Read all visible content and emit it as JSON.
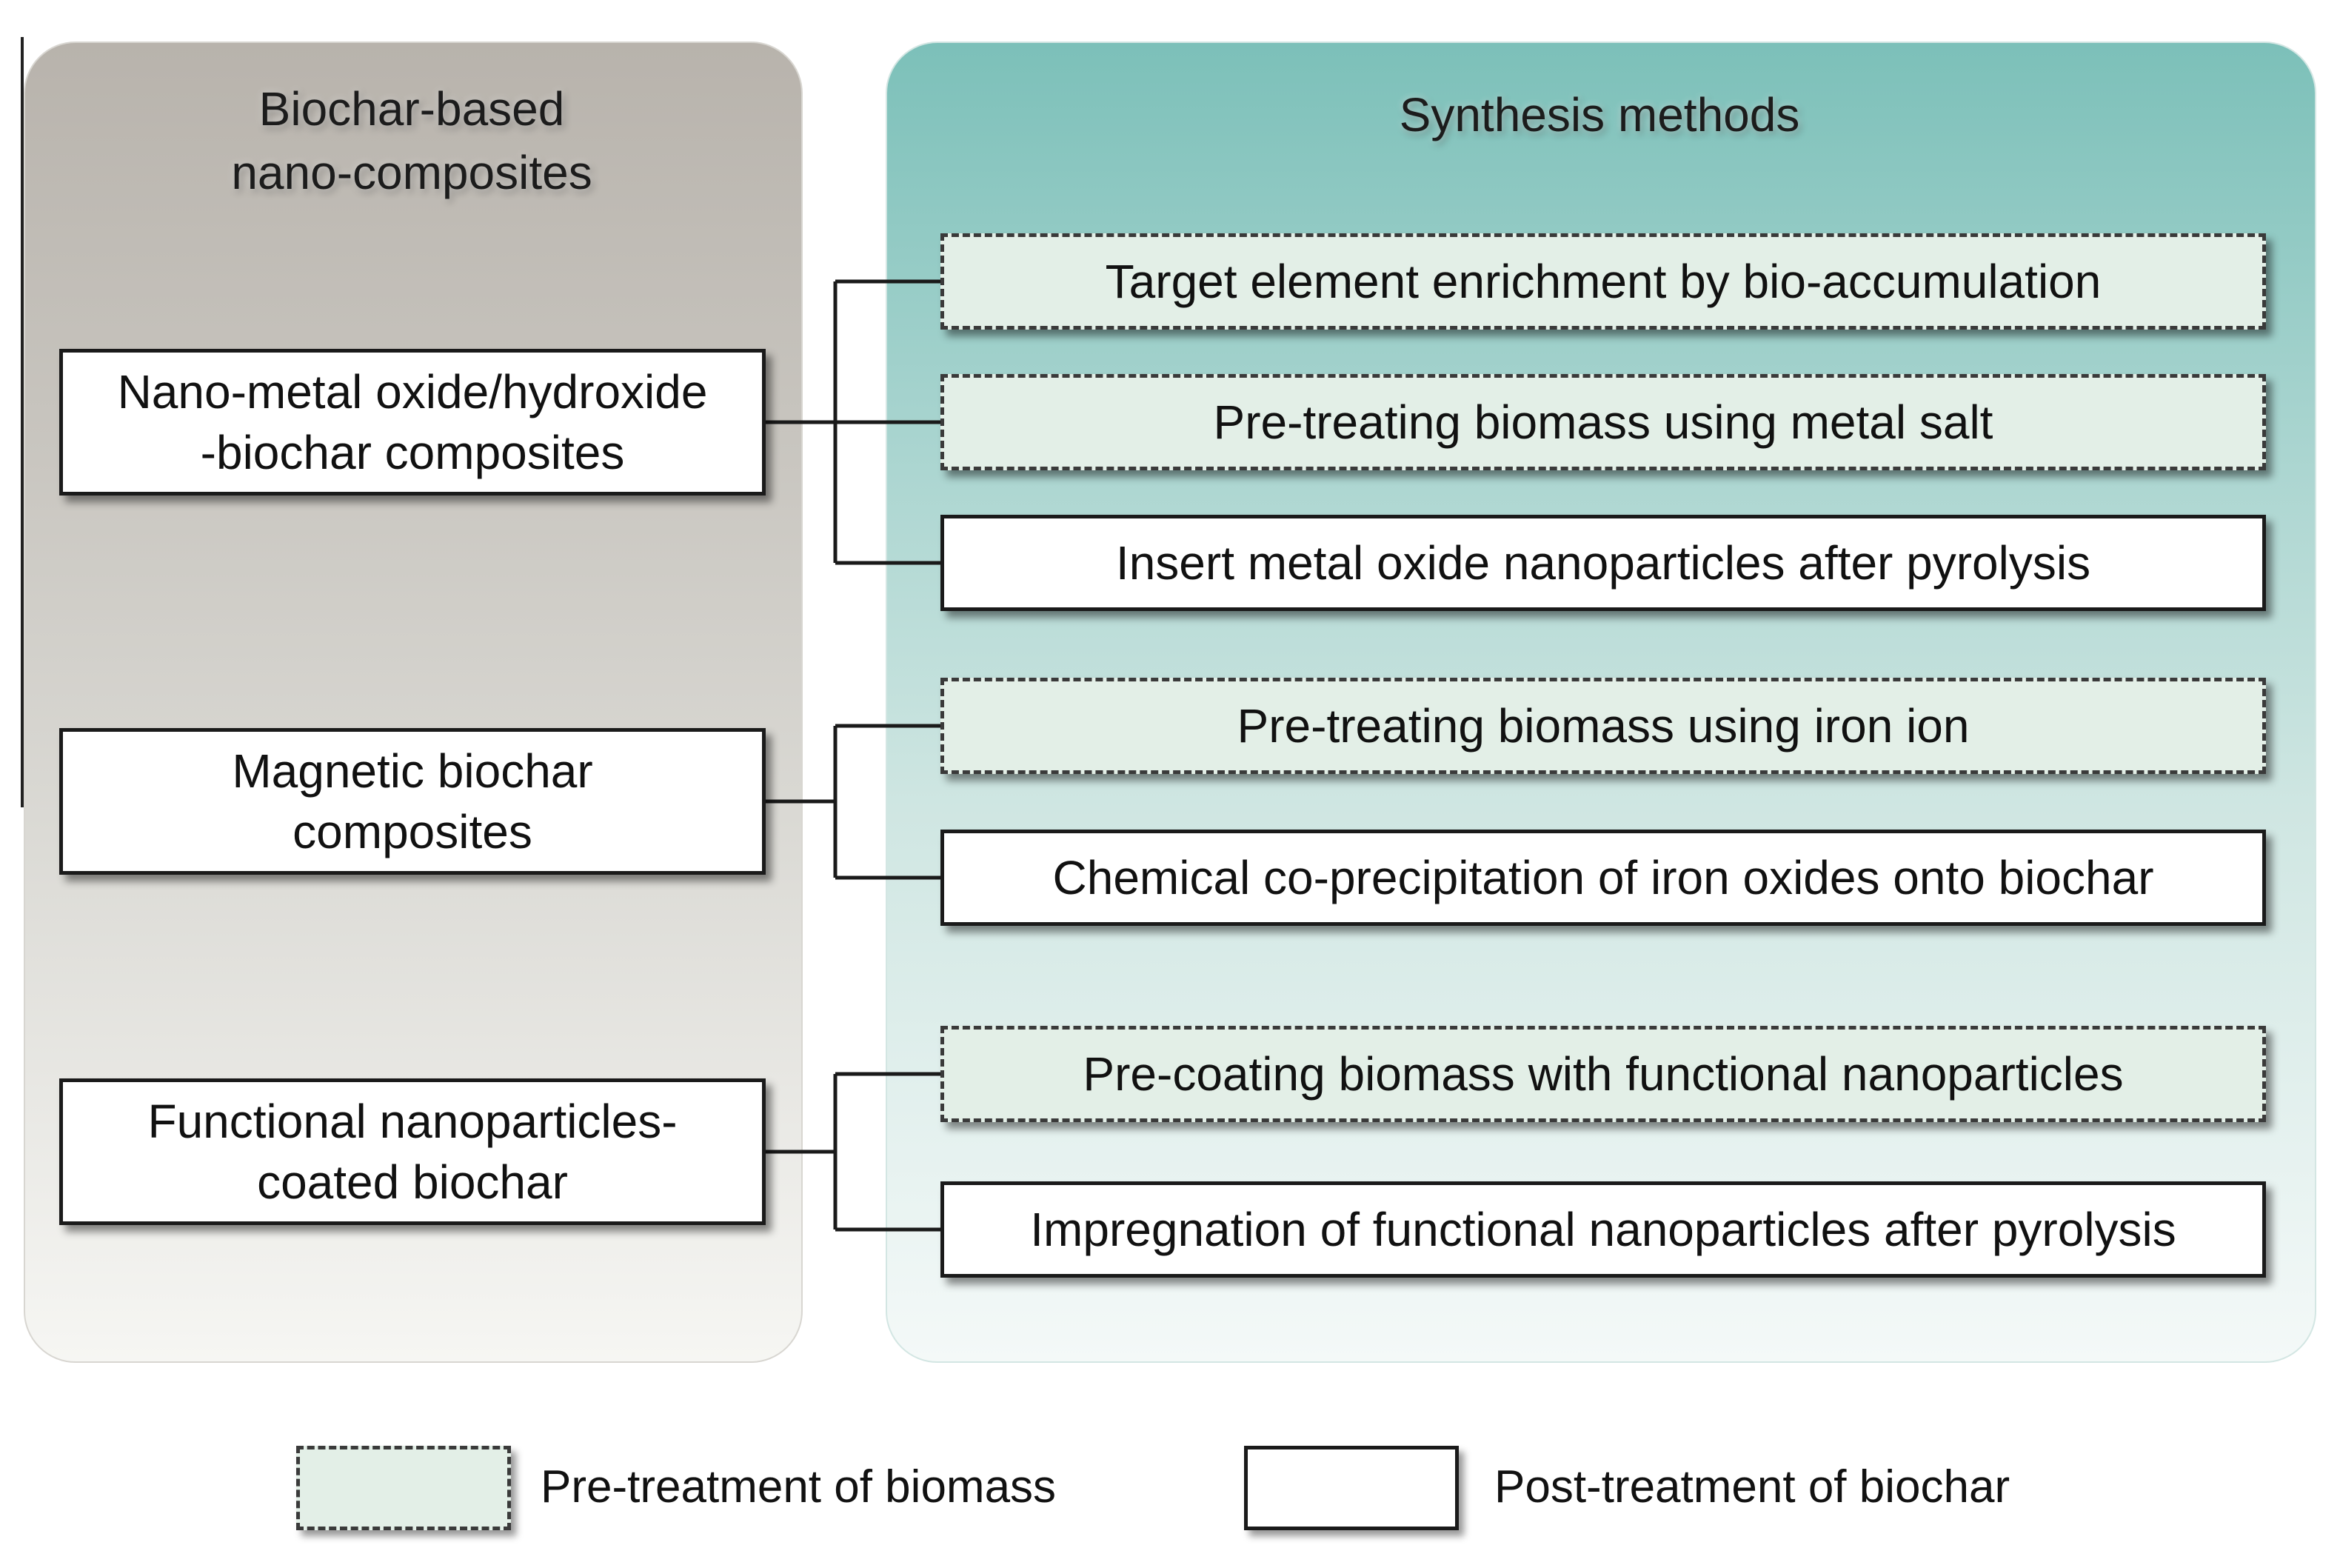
{
  "left_panel": {
    "title_line1": "Biochar-based",
    "title_line2": "nano-composites"
  },
  "right_panel": {
    "title": "Synthesis methods"
  },
  "categories": [
    {
      "line1": "Nano-metal oxide/hydroxide",
      "line2": "-biochar composites"
    },
    {
      "line1": "Magnetic biochar",
      "line2": "composites"
    },
    {
      "line1": "Functional nanoparticles-",
      "line2": "coated biochar"
    }
  ],
  "methods": [
    {
      "label": "Target element enrichment by bio-accumulation",
      "type": "pre"
    },
    {
      "label": "Pre-treating biomass using metal salt",
      "type": "pre"
    },
    {
      "label": "Insert metal oxide nanoparticles after pyrolysis",
      "type": "post"
    },
    {
      "label": "Pre-treating biomass using iron ion",
      "type": "pre"
    },
    {
      "label": "Chemical co-precipitation of iron oxides onto biochar",
      "type": "post"
    },
    {
      "label": "Pre-coating biomass with functional nanoparticles",
      "type": "pre"
    },
    {
      "label": "Impregnation of functional nanoparticles after pyrolysis",
      "type": "post"
    }
  ],
  "legend": {
    "pre_label": "Pre-treatment of biomass",
    "post_label": "Post-treatment of biochar"
  },
  "colors": {
    "left_panel_top": "#b8b3ac",
    "right_panel_top": "#7cc0b9",
    "pre_box_fill": "#e3efe7",
    "post_box_fill": "#ffffff",
    "border": "#1a1a1a"
  }
}
